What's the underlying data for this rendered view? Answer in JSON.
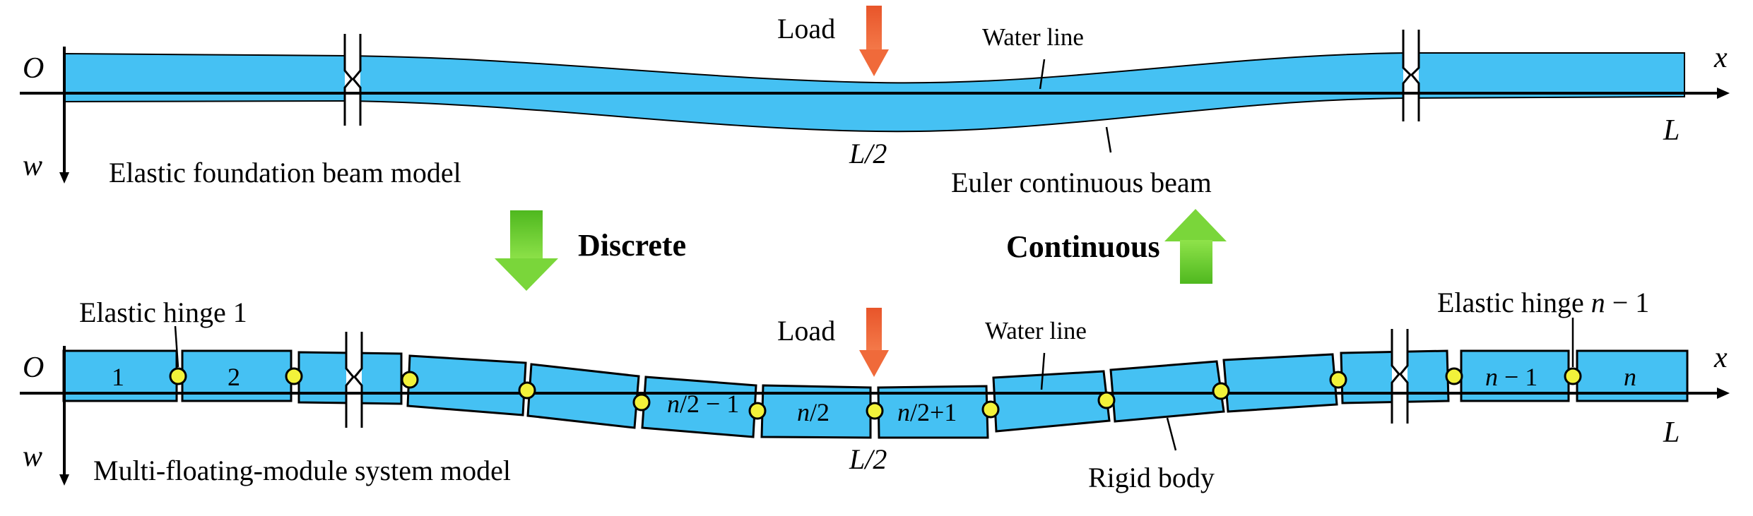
{
  "top": {
    "origin": "O",
    "x_axis": "x",
    "w_axis": "w",
    "end": "L",
    "mid": "L/2",
    "load": "Load",
    "water_line": "Water line",
    "beam_label": "Euler continuous beam",
    "model_title": "Elastic foundation beam model"
  },
  "middle": {
    "discrete": "Discrete",
    "continuous": "Continuous"
  },
  "bottom": {
    "origin": "O",
    "x_axis": "x",
    "w_axis": "w",
    "end": "L",
    "mid": "L/2",
    "load": "Load",
    "water_line": "Water line",
    "rigid_body": "Rigid body",
    "hinge_first": "Elastic hinge 1",
    "hinge_last_prefix": "Elastic hinge ",
    "hinge_last_var": "n",
    "hinge_last_suffix": " − 1",
    "model_title": "Multi-floating-module system model",
    "modules": {
      "m1": "1",
      "m2": "2",
      "m_half_minus_var": "n",
      "m_half_minus_rest": "/2 − 1",
      "m_half_var": "n",
      "m_half_rest": "/2",
      "m_half_plus_var": "n",
      "m_half_plus_rest": "/2+1",
      "m_last_minus_var": "n",
      "m_last_minus_rest": " − 1",
      "m_last_var": "n"
    }
  },
  "colors": {
    "beam_fill": "#45c1f3",
    "load_arrow": "#f06a3a",
    "green_arrow": "#6ccf2e",
    "hinge": "#f2f23a"
  }
}
